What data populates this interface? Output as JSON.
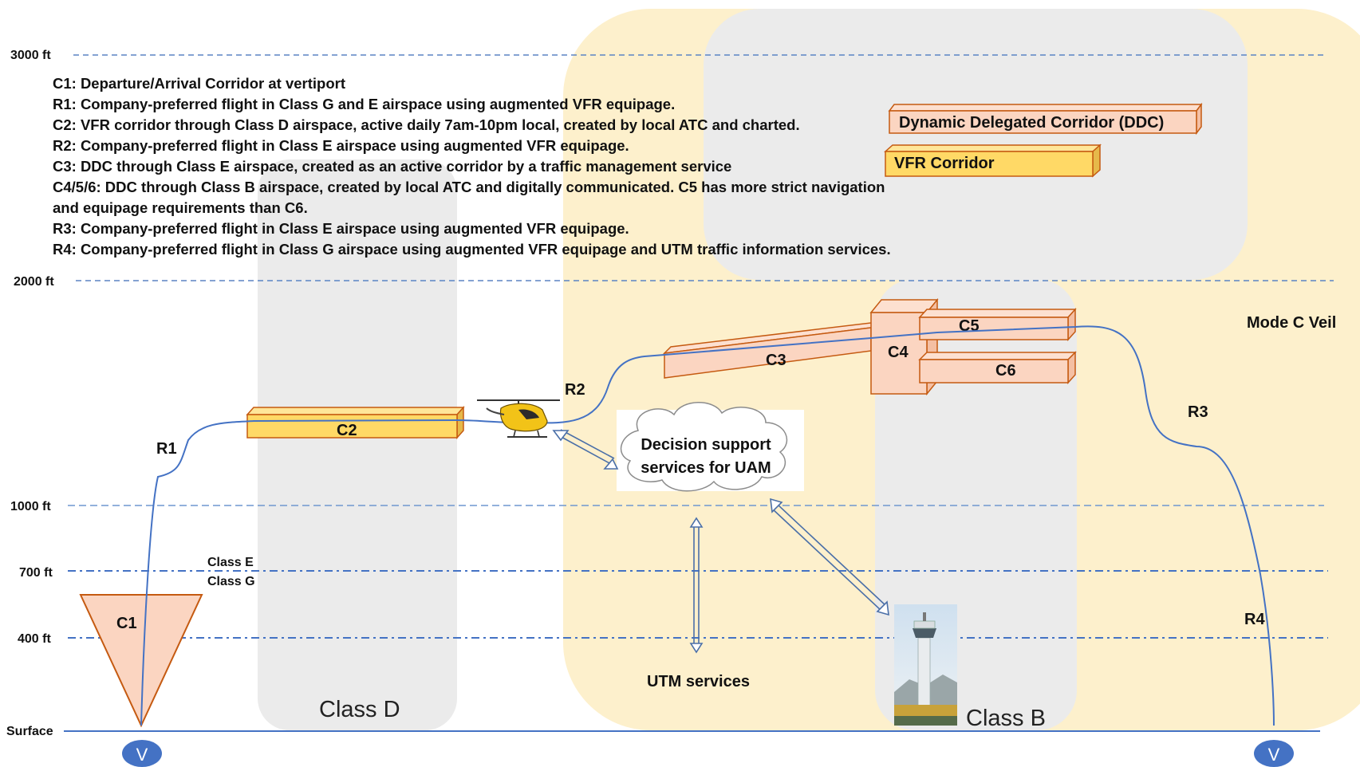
{
  "altitudes": {
    "a3000": "3000 ft",
    "a2000": "2000 ft",
    "a1000": "1000 ft",
    "a700": "700 ft",
    "a400": "400 ft",
    "surface": "Surface"
  },
  "airspace": {
    "class_e": "Class E",
    "class_g": "Class G",
    "class_d": "Class D",
    "class_b": "Class B",
    "mode_c_veil": "Mode C Veil"
  },
  "legend": {
    "ddc": "Dynamic Delegated Corridor (DDC)",
    "vfr": "VFR Corridor",
    "lines": [
      "C1: Departure/Arrival Corridor at vertiport",
      "R1: Company-preferred flight in Class G and E airspace using augmented VFR equipage.",
      "C2: VFR corridor through Class D airspace, active daily 7am-10pm local, created by local ATC and charted.",
      "R2: Company-preferred flight in Class E airspace using augmented VFR equipage.",
      "C3: DDC through Class E airspace, created as an active corridor by a traffic management service",
      "C4/5/6: DDC through Class B airspace, created by local ATC and digitally communicated. C5 has more strict navigation",
      "and equipage requirements than C6.",
      "R3: Company-preferred flight in Class E airspace using augmented VFR equipage.",
      "R4: Company-preferred flight in Class G airspace using augmented VFR equipage and UTM traffic information services."
    ]
  },
  "labels": {
    "c1": "C1",
    "c2": "C2",
    "c3": "C3",
    "c4": "C4",
    "c5": "C5",
    "c6": "C6",
    "r1": "R1",
    "r2": "R2",
    "r3": "R3",
    "r4": "R4",
    "vertiport": "V",
    "dss_line1": "Decision support",
    "dss_line2": "services for UAM",
    "utm": "UTM services"
  },
  "colors": {
    "mode_c": "#fdf0cc",
    "class_gray": "#ebebeb",
    "dashed_line": "#5b84c4",
    "route_line": "#4472c4",
    "vfr_fill": "#ffd966",
    "vfr_stroke": "#c55a11",
    "ddc_fill": "#fbd5c1",
    "ddc_stroke": "#c55a11",
    "vertiport": "#4472c4"
  },
  "icons": {
    "drone": "uam-helicopter-icon",
    "tower": "control-tower-icon",
    "cloud": "cloud-icon"
  }
}
